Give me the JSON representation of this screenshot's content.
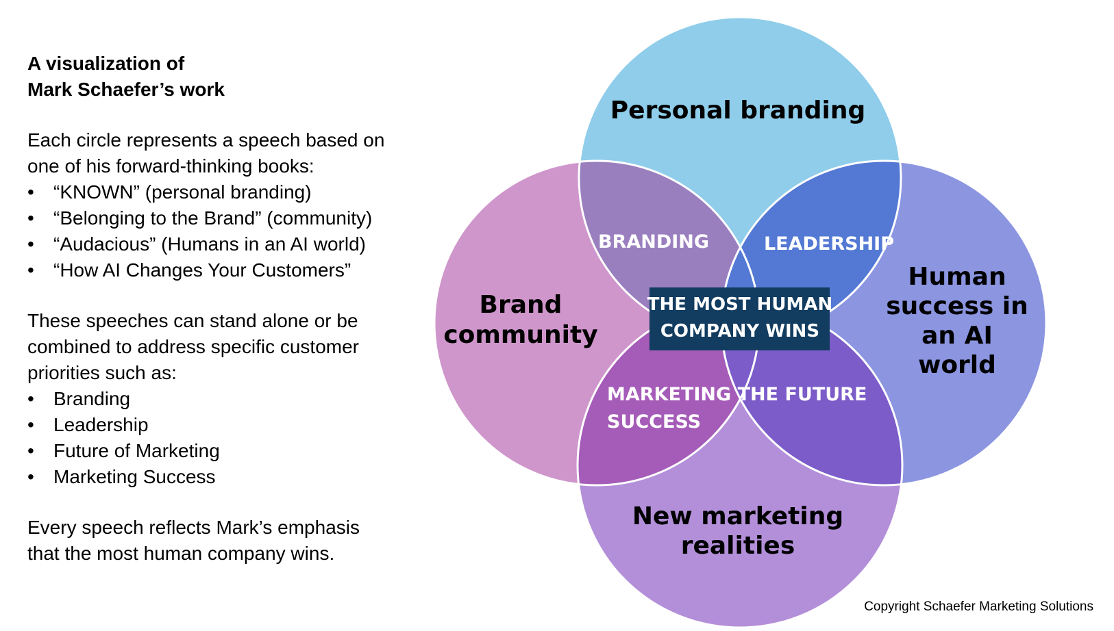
{
  "left_panel": {
    "title_line1": "A visualization of",
    "title_line2": "Mark Schaefer’s work",
    "intro_line1": "Each circle represents a speech based on",
    "intro_line2": "one of his forward-thinking books:",
    "books": [
      "“KNOWN” (personal branding)",
      "“Belonging to the Brand” (community)",
      "“Audacious” (Humans in an AI world)",
      "“How AI Changes Your Customers”"
    ],
    "combine_line1": "These speeches can stand alone or be",
    "combine_line2": "combined to address specific customer",
    "combine_line3": "priorities such as:",
    "priorities": [
      "Branding",
      "Leadership",
      "Future of Marketing",
      "Marketing Success"
    ],
    "closing_line1": "Every speech reflects Mark’s emphasis",
    "closing_line2": "that the most human company wins."
  },
  "diagram": {
    "circles": {
      "top_label": "Personal branding",
      "left_label_line1": "Brand",
      "left_label_line2": "community",
      "right_label_line1": "Human",
      "right_label_line2": "success in",
      "right_label_line3": "an AI",
      "right_label_line4": "world",
      "bottom_label_line1": "New marketing",
      "bottom_label_line2": "realities"
    },
    "overlaps": {
      "branding": "BRANDING",
      "leadership": "LEADERSHIP",
      "marketing_success_line1": "MARKETING",
      "marketing_success_line2": "SUCCESS",
      "the_future": "THE FUTURE"
    },
    "center_line1": "THE MOST HUMAN",
    "center_line2": "COMPANY WINS",
    "colors": {
      "top": "#8fcdea",
      "left": "#cf96cb",
      "right": "#8c95e0",
      "bottom": "#b38fd9",
      "branding_overlap": "#9a7fbf",
      "leadership_overlap": "#5479d4",
      "marketing_success_overlap": "#a55cb8",
      "future_overlap": "#7b5cc9",
      "center_box": "#123c60"
    }
  },
  "copyright": "Copyright Schaefer Marketing Solutions"
}
